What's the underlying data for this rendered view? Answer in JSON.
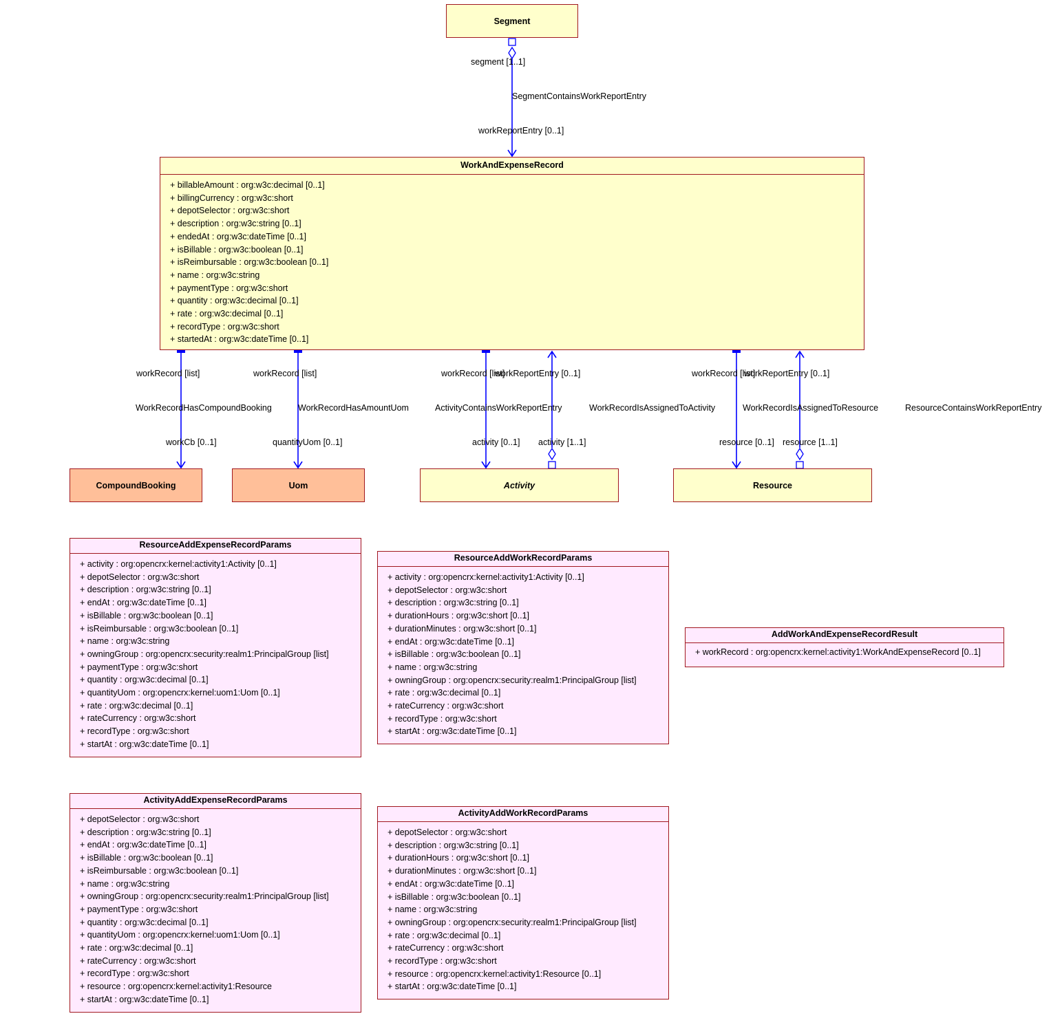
{
  "classes": {
    "segment": {
      "name": "Segment"
    },
    "work_and_expense_record": {
      "name": "WorkAndExpenseRecord",
      "attributes": [
        "+ billableAmount : org:w3c:decimal [0..1]",
        "+ billingCurrency : org:w3c:short",
        "+ depotSelector : org:w3c:short",
        "+ description : org:w3c:string [0..1]",
        "+ endedAt : org:w3c:dateTime [0..1]",
        "+ isBillable : org:w3c:boolean [0..1]",
        "+ isReimbursable : org:w3c:boolean [0..1]",
        "+ name : org:w3c:string",
        "+ paymentType : org:w3c:short",
        "+ quantity : org:w3c:decimal [0..1]",
        "+ rate : org:w3c:decimal [0..1]",
        "+ recordType : org:w3c:short",
        "+ startedAt : org:w3c:dateTime [0..1]"
      ]
    },
    "compound_booking": {
      "name": "CompoundBooking"
    },
    "uom": {
      "name": "Uom"
    },
    "activity": {
      "name": "Activity"
    },
    "resource": {
      "name": "Resource"
    },
    "resource_add_expense_record_params": {
      "name": "ResourceAddExpenseRecordParams",
      "attributes": [
        "+ activity : org:opencrx:kernel:activity1:Activity [0..1]",
        "+ depotSelector : org:w3c:short",
        "+ description : org:w3c:string [0..1]",
        "+ endAt : org:w3c:dateTime [0..1]",
        "+ isBillable : org:w3c:boolean [0..1]",
        "+ isReimbursable : org:w3c:boolean [0..1]",
        "+ name : org:w3c:string",
        "+ owningGroup : org:opencrx:security:realm1:PrincipalGroup [list]",
        "+ paymentType : org:w3c:short",
        "+ quantity : org:w3c:decimal [0..1]",
        "+ quantityUom : org:opencrx:kernel:uom1:Uom [0..1]",
        "+ rate : org:w3c:decimal [0..1]",
        "+ rateCurrency : org:w3c:short",
        "+ recordType : org:w3c:short",
        "+ startAt : org:w3c:dateTime [0..1]"
      ]
    },
    "resource_add_work_record_params": {
      "name": "ResourceAddWorkRecordParams",
      "attributes": [
        "+ activity : org:opencrx:kernel:activity1:Activity [0..1]",
        "+ depotSelector : org:w3c:short",
        "+ description : org:w3c:string [0..1]",
        "+ durationHours : org:w3c:short [0..1]",
        "+ durationMinutes : org:w3c:short [0..1]",
        "+ endAt : org:w3c:dateTime [0..1]",
        "+ isBillable : org:w3c:boolean [0..1]",
        "+ name : org:w3c:string",
        "+ owningGroup : org:opencrx:security:realm1:PrincipalGroup [list]",
        "+ rate : org:w3c:decimal [0..1]",
        "+ rateCurrency : org:w3c:short",
        "+ recordType : org:w3c:short",
        "+ startAt : org:w3c:dateTime [0..1]"
      ]
    },
    "add_work_and_expense_record_result": {
      "name": "AddWorkAndExpenseRecordResult",
      "attributes": [
        "+ workRecord : org:opencrx:kernel:activity1:WorkAndExpenseRecord [0..1]"
      ]
    },
    "activity_add_expense_record_params": {
      "name": "ActivityAddExpenseRecordParams",
      "attributes": [
        "+ depotSelector : org:w3c:short",
        "+ description : org:w3c:string [0..1]",
        "+ endAt : org:w3c:dateTime [0..1]",
        "+ isBillable : org:w3c:boolean [0..1]",
        "+ isReimbursable : org:w3c:boolean [0..1]",
        "+ name : org:w3c:string",
        "+ owningGroup : org:opencrx:security:realm1:PrincipalGroup [list]",
        "+ paymentType : org:w3c:short",
        "+ quantity : org:w3c:decimal [0..1]",
        "+ quantityUom : org:opencrx:kernel:uom1:Uom [0..1]",
        "+ rate : org:w3c:decimal [0..1]",
        "+ rateCurrency : org:w3c:short",
        "+ recordType : org:w3c:short",
        "+ resource : org:opencrx:kernel:activity1:Resource",
        "+ startAt : org:w3c:dateTime [0..1]"
      ]
    },
    "activity_add_work_record_params": {
      "name": "ActivityAddWorkRecordParams",
      "attributes": [
        "+ depotSelector : org:w3c:short",
        "+ description : org:w3c:string [0..1]",
        "+ durationHours : org:w3c:short [0..1]",
        "+ durationMinutes : org:w3c:short [0..1]",
        "+ endAt : org:w3c:dateTime [0..1]",
        "+ isBillable : org:w3c:boolean [0..1]",
        "+ name : org:w3c:string",
        "+ owningGroup : org:opencrx:security:realm1:PrincipalGroup [list]",
        "+ rate : org:w3c:decimal [0..1]",
        "+ rateCurrency : org:w3c:short",
        "+ recordType : org:w3c:short",
        "+ resource : org:opencrx:kernel:activity1:Resource [0..1]",
        "+ startAt : org:w3c:dateTime [0..1]"
      ]
    }
  },
  "associations": {
    "segment_contains": {
      "name": "SegmentContainsWorkReportEntry",
      "source_role": "segment [1..1]",
      "target_role": "workReportEntry [0..1]"
    },
    "compound_booking": {
      "name": "WorkRecordHasCompoundBooking",
      "source_role": "workRecord [list]",
      "target_role": "workCb [0..1]"
    },
    "amount_uom": {
      "name": "WorkRecordHasAmountUom",
      "source_role": "workRecord [list]",
      "target_role": "quantityUom [0..1]"
    },
    "activity_contains": {
      "name": "ActivityContainsWorkReportEntry",
      "source_role": "activity [1..1]",
      "target_role": "workReportEntry [0..1]"
    },
    "assigned_to_activity": {
      "name": "WorkRecordIsAssignedToActivity",
      "source_role": "workRecord [list]",
      "target_role": "activity [0..1]"
    },
    "assigned_to_resource": {
      "name": "WorkRecordIsAssignedToResource",
      "source_role": "workRecord [list]",
      "target_role": "resource [0..1]"
    },
    "resource_contains": {
      "name": "ResourceContainsWorkReportEntry",
      "source_role": "resource [1..1]",
      "target_role": "workReportEntry [0..1]"
    }
  },
  "colors": {
    "line": "#0000ff",
    "border": "#a0161d",
    "entity_fill": "#ffffcc",
    "external_fill": "#ffbf99",
    "struct_fill": "#ffeaff"
  }
}
